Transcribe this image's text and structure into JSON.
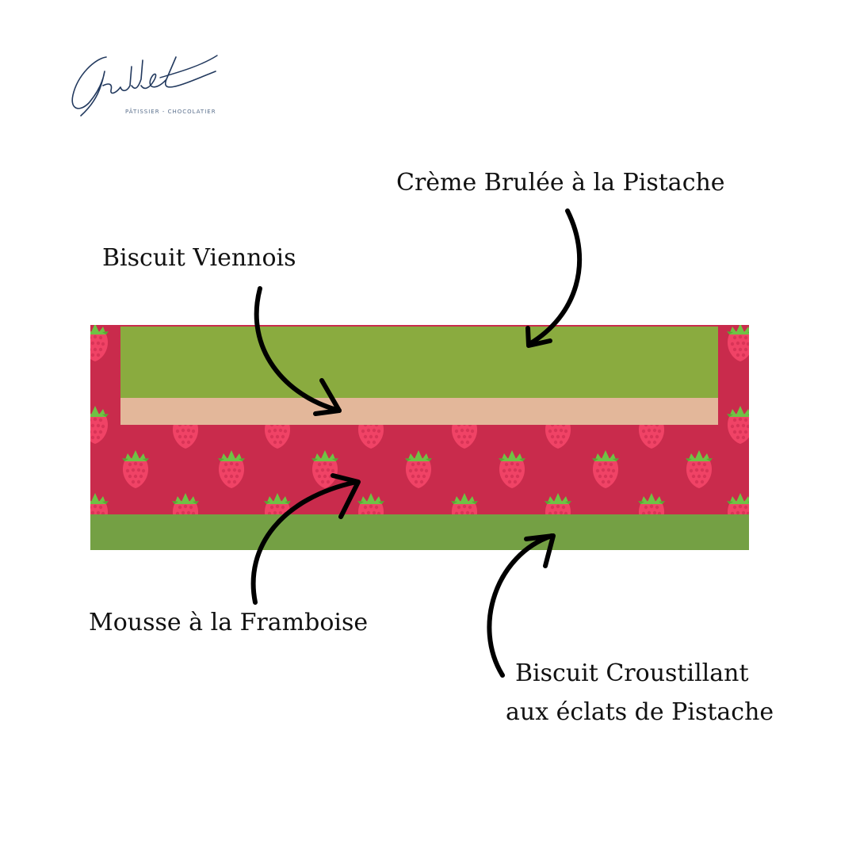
{
  "logo": {
    "signature": "Guillet",
    "subtitle": "PÂTISSIER - CHOCOLATIER"
  },
  "labels": {
    "creme_brulee": "Crème Brulée à la Pistache",
    "biscuit_viennois": "Biscuit Viennois",
    "mousse": "Mousse à la Framboise",
    "croustillant_line1": "Biscuit Croustillant",
    "croustillant_line2": "aux éclats de Pistache"
  },
  "colors": {
    "raspberry_mousse": "#c92b4c",
    "pistachio_cream": "#8aab3f",
    "biscuit_viennois": "#e3b79a",
    "pistachio_crunch": "#74a044",
    "raspberry_fruit": "#f04366",
    "leaf": "#6fc244",
    "arrow": "#000000",
    "logo_ink": "#22395e"
  },
  "icons": {
    "fruit": "raspberry-icon",
    "pointer": "curved-arrow-icon"
  }
}
